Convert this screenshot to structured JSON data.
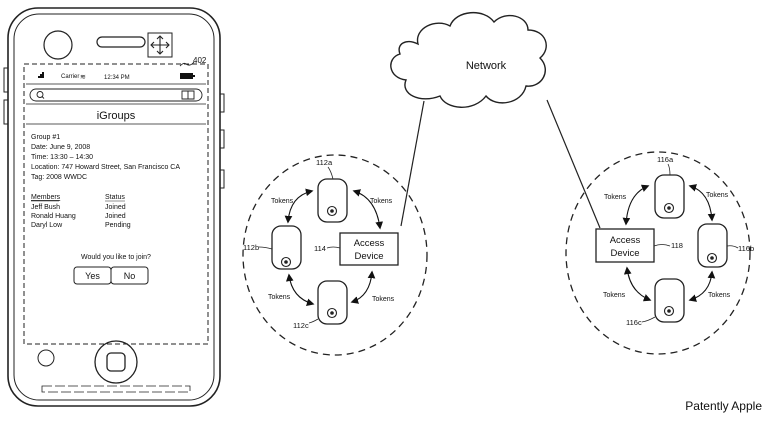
{
  "phone": {
    "ref_label": "402",
    "status": {
      "carrier": "Carrier",
      "time": "12:34 PM"
    },
    "app_title": "iGroups",
    "group_name": "Group #1",
    "details": [
      "Date:  June 9, 2008",
      "Time:  13:30 – 14:30",
      "Location:  747 Howard Street, San Francisco CA",
      "Tag:  2008 WWDC"
    ],
    "members_header": "Members",
    "status_header": "Status",
    "members": [
      {
        "name": "Jeff Bush",
        "status": "Joined"
      },
      {
        "name": "Ronald Huang",
        "status": "Joined"
      },
      {
        "name": "Daryl Low",
        "status": "Pending"
      }
    ],
    "prompt": "Would you like to join?",
    "yes_label": "Yes",
    "no_label": "No"
  },
  "network_label": "Network",
  "group_left": {
    "access_device_lines": [
      "Access",
      "Device"
    ],
    "access_device_ref": "114",
    "device_refs": {
      "top": "112a",
      "left": "112b",
      "bottom": "112c"
    },
    "token_label": "Tokens"
  },
  "group_right": {
    "access_device_lines": [
      "Access",
      "Device"
    ],
    "access_device_ref": "118",
    "device_refs": {
      "top": "116a",
      "right": "116b",
      "bottom": "116c"
    },
    "token_label": "Tokens"
  },
  "watermark": "Patently Apple"
}
